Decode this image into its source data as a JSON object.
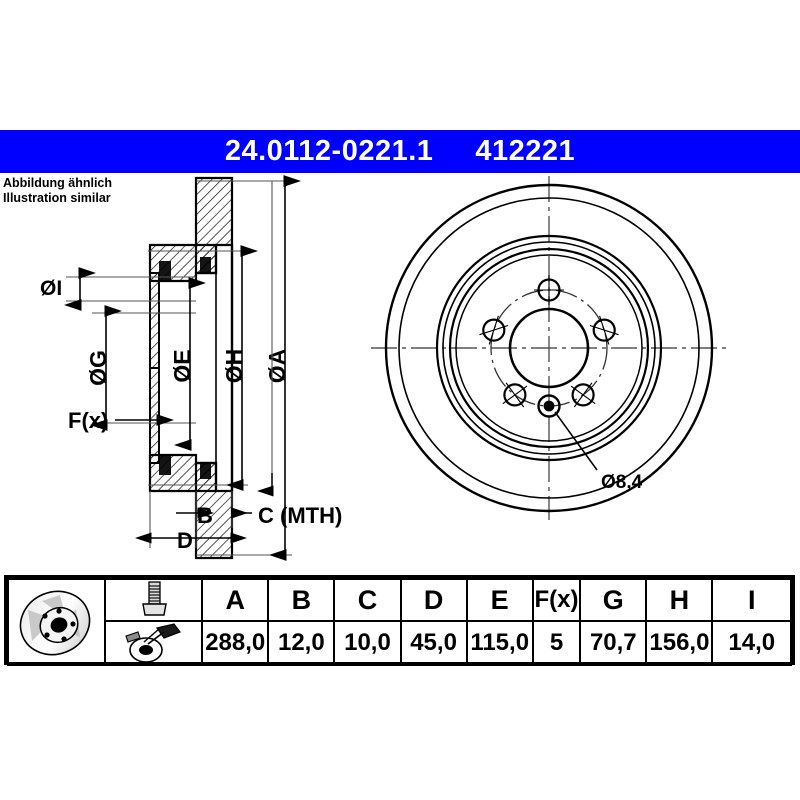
{
  "header": {
    "part_number": "24.0112-0221.1",
    "reference_number": "412221",
    "bar_color": "#0000ff",
    "text_color": "#ffffff"
  },
  "note": {
    "line_de": "Abbildung ähnlich",
    "line_en": "Illustration similar"
  },
  "drawing": {
    "section_view": {
      "dimension_labels": {
        "diameter_i": "ØI",
        "diameter_g": "ØG",
        "diameter_e": "ØE",
        "diameter_h": "ØH",
        "diameter_a": "ØA",
        "holes_fx": "F(x)",
        "thickness_b": "B",
        "min_thickness_c": "C (MTH)",
        "height_d": "D"
      }
    },
    "face_view": {
      "hole_diameter_label": "Ø8,4",
      "bolt_hole_count": 5
    }
  },
  "spec_table": {
    "icons": {
      "disc": "brake-disc-icon",
      "bolt": "bolt-icon",
      "tool": "installation-tool-icon"
    },
    "columns": [
      "A",
      "B",
      "C",
      "D",
      "E",
      "F(x)",
      "G",
      "H",
      "I"
    ],
    "values": [
      "288,0",
      "12,0",
      "10,0",
      "45,0",
      "115,0",
      "5",
      "70,7",
      "156,0",
      "14,0"
    ]
  }
}
